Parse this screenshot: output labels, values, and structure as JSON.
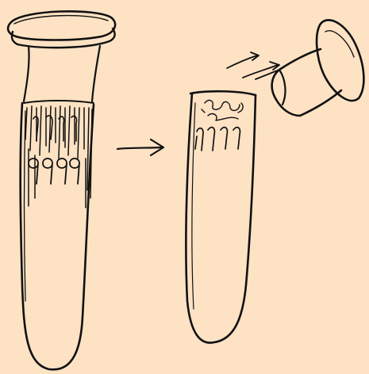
{
  "diagram": {
    "kind": "hand-drawn sketch",
    "background_color": "#FDE2C4",
    "ink_color": "#111111",
    "panels": [
      {
        "id": "capped-tube",
        "icon": "test-tube-with-cap-icon"
      },
      {
        "id": "transition-arrow",
        "icon": "arrow-right-icon"
      },
      {
        "id": "open-tube",
        "icon": "open-tube-icon"
      },
      {
        "id": "removed-cap",
        "icon": "cap-icon"
      }
    ]
  }
}
